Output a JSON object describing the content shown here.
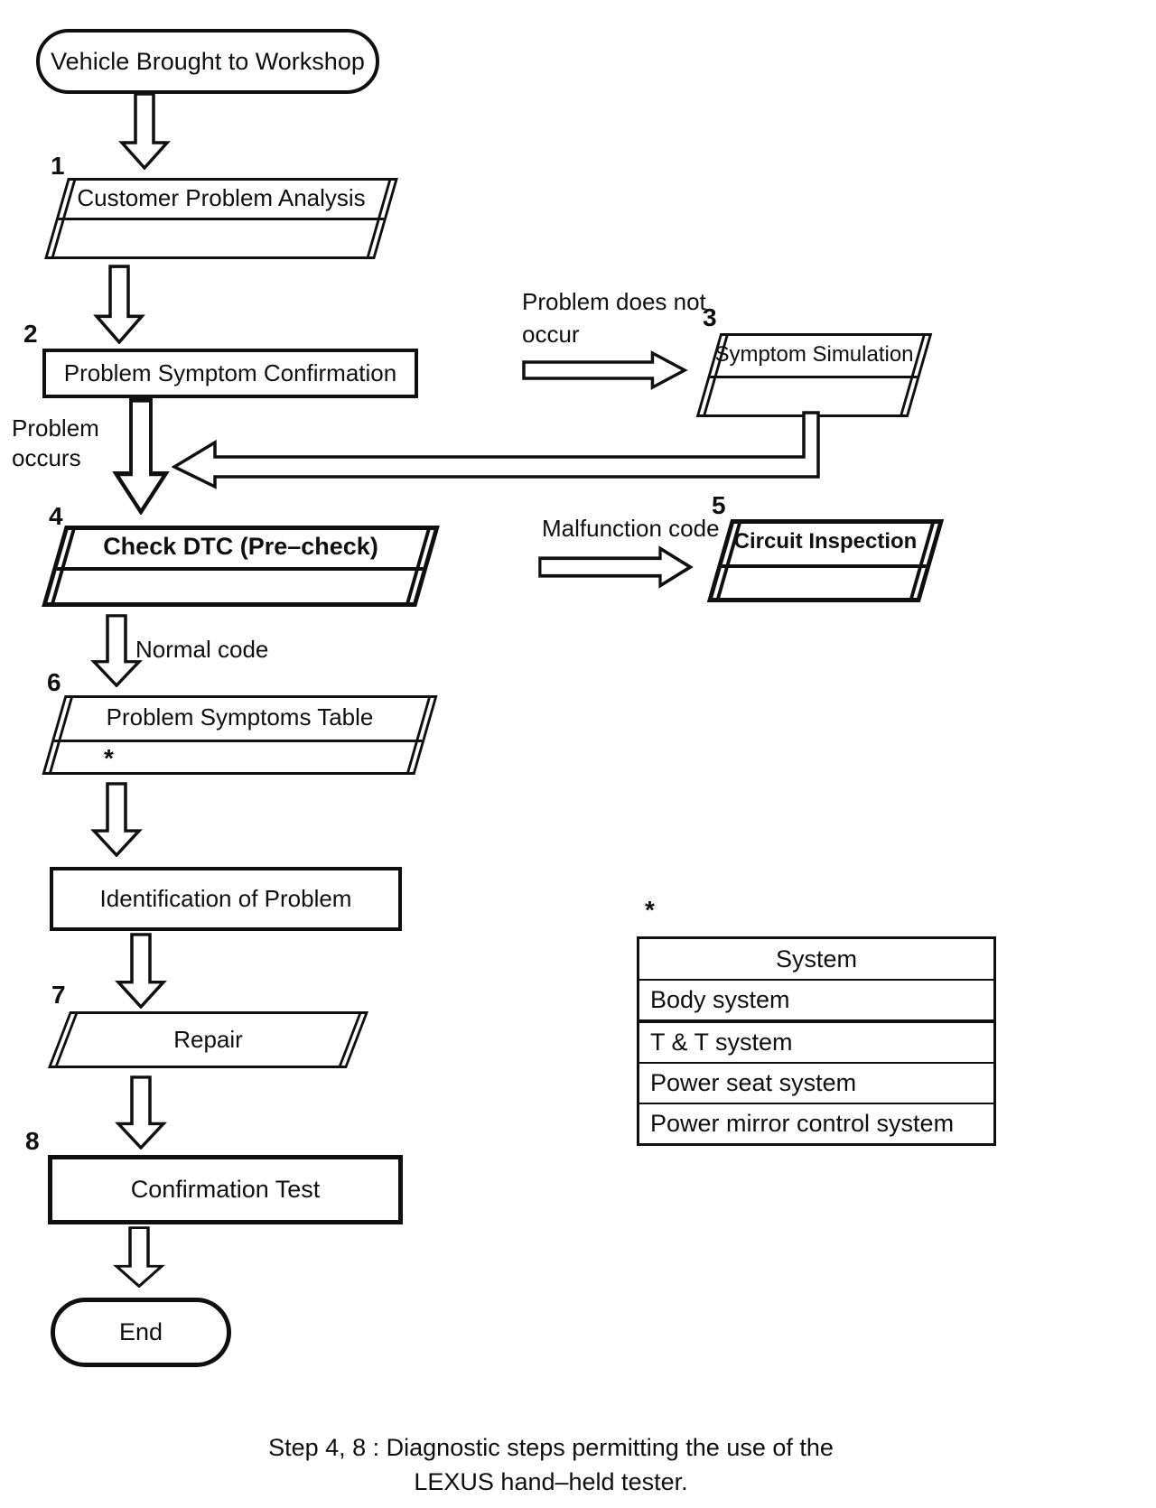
{
  "flow": {
    "start_label": "Vehicle Brought to Workshop",
    "end_label": "End",
    "steps": {
      "s1": {
        "num": "1",
        "label": "Customer Problem Analysis"
      },
      "s2": {
        "num": "2",
        "label": "Problem Symptom Confirmation"
      },
      "s3": {
        "num": "3",
        "label": "Symptom Simulation"
      },
      "s4": {
        "num": "4",
        "label": "Check DTC (Pre–check)"
      },
      "s5": {
        "num": "5",
        "label": "Circuit Inspection"
      },
      "s6": {
        "num": "6",
        "label": "Problem Symptoms Table",
        "marker": "*"
      },
      "ident": {
        "label": "Identification of Problem"
      },
      "s7": {
        "num": "7",
        "label": "Repair"
      },
      "s8": {
        "num": "8",
        "label": "Confirmation Test"
      }
    },
    "edge_labels": {
      "problem_does_not_occur_line1": "Problem does not",
      "problem_does_not_occur_line2": "occur",
      "problem_occurs_line1": "Problem",
      "problem_occurs_line2": "occurs",
      "malfunction_code": "Malfunction code",
      "normal_code": "Normal code"
    }
  },
  "system_table": {
    "marker": "*",
    "header": "System",
    "rows": [
      "Body system",
      "T & T system",
      "Power seat system",
      "Power mirror control system"
    ]
  },
  "caption": {
    "line1": "Step 4, 8 : Diagnostic steps permitting the use of the",
    "line2": "LEXUS hand–held tester."
  },
  "colors": {
    "ink": "#0f0f0f",
    "paper": "#ffffff"
  }
}
